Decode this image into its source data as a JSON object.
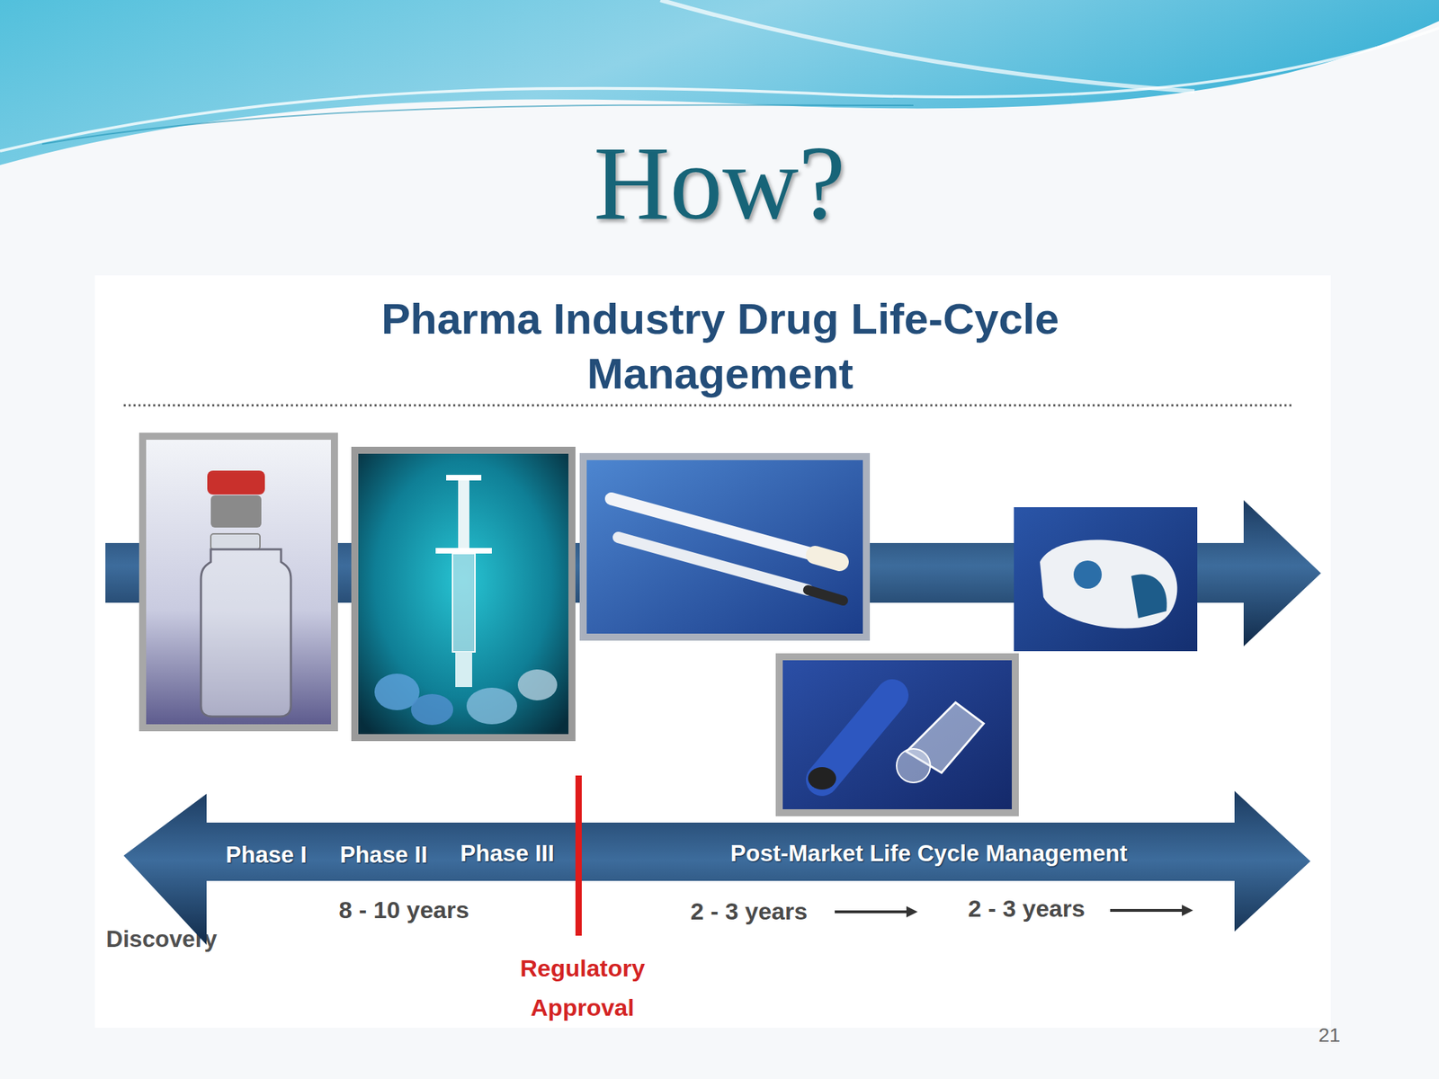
{
  "diagram": {
    "title": "How?",
    "nodes": [
      {
        "text": [
          "Phase I",
          "Phase II",
          "Phase III",
          "Post-Market Life Cycle Management"
        ]
      }
    ],
    "labels": [
      "Pharma Industry Drug Life-Cycle Management",
      "8 - 10 years",
      "2 - 3 years",
      "2 - 3 years",
      "Discovery",
      "Regulatory Approval",
      "21"
    ]
  }
}
